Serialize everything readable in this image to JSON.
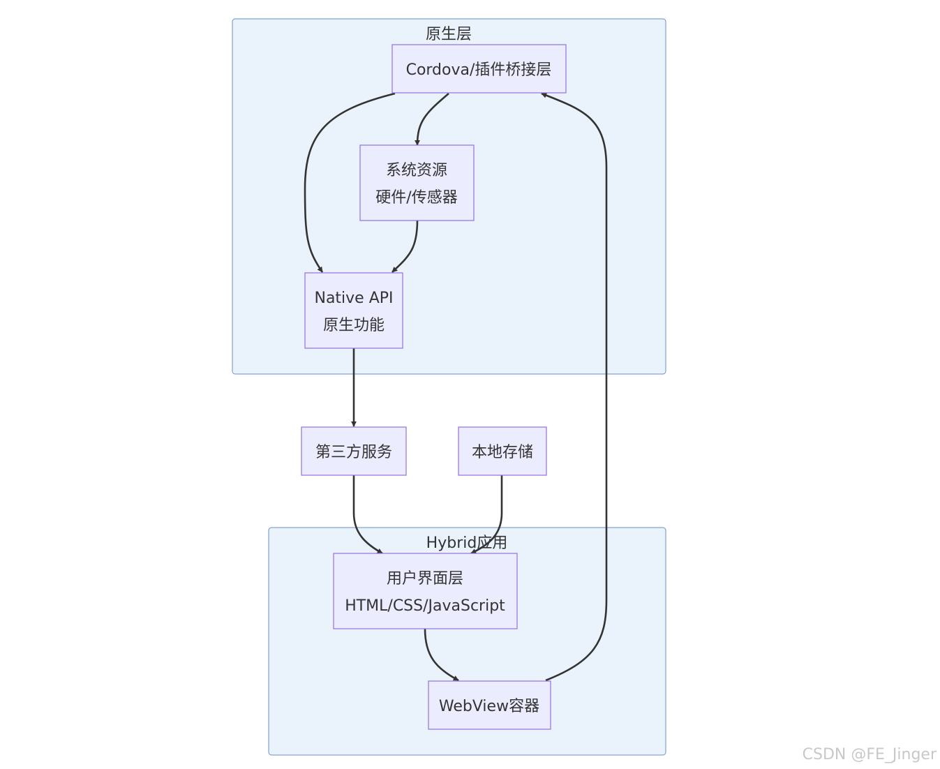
{
  "groups": {
    "native": {
      "title": "原生层"
    },
    "hybrid": {
      "title": "Hybrid应用"
    }
  },
  "nodes": {
    "bridge": {
      "line1": "Cordova/插件桥接层"
    },
    "sysres": {
      "line1": "系统资源",
      "line2": "硬件/传感器"
    },
    "native_api": {
      "line1": "Native API",
      "line2": "原生功能"
    },
    "third_party": {
      "line1": "第三方服务"
    },
    "local_storage": {
      "line1": "本地存储"
    },
    "ui_layer": {
      "line1": "用户界面层",
      "line2": "HTML/CSS/JavaScript"
    },
    "webview": {
      "line1": "WebView容器"
    }
  },
  "watermark": "CSDN @FE_Jinger"
}
